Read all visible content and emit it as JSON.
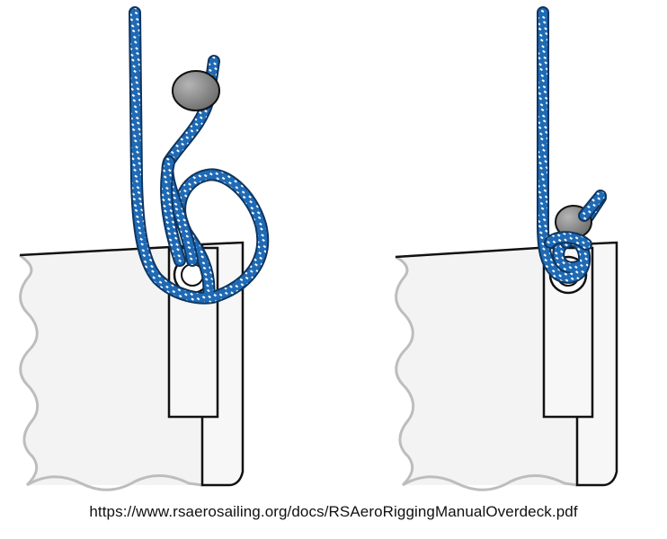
{
  "caption": "https://www.rsaerosailing.org/docs/RSAeroRiggingManualOverdeck.pdf",
  "colors": {
    "rope": "#1f6ab5",
    "rope_fleck": "#ffffff",
    "rope_outline": "#0e3560",
    "bead": "#8a8a8a",
    "sail_fill": "#f3f3f3",
    "sail_outline": "#111111",
    "edge_wave": "#bdbdbd"
  },
  "panels": [
    {
      "name": "loose-knot",
      "description_shown": false
    },
    {
      "name": "tightened-knot",
      "description_shown": false
    }
  ]
}
